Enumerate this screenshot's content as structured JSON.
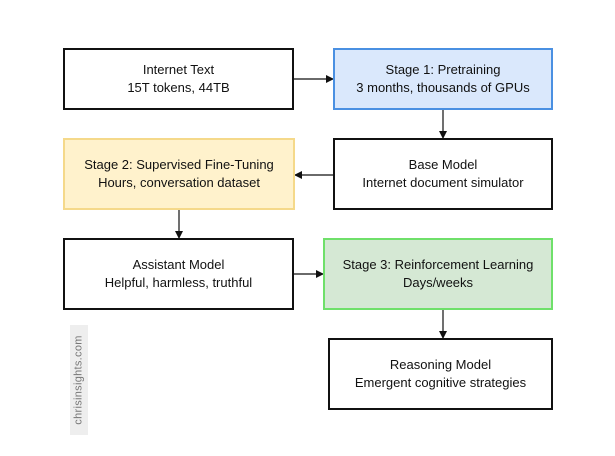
{
  "nodes": {
    "internet_text": {
      "title": "Internet Text",
      "subtitle": "15T tokens, 44TB"
    },
    "pretraining": {
      "title": "Stage 1: Pretraining",
      "subtitle": "3 months, thousands of GPUs"
    },
    "base_model": {
      "title": "Base Model",
      "subtitle": "Internet document simulator"
    },
    "sft": {
      "title": "Stage 2: Supervised Fine-Tuning",
      "subtitle": "Hours, conversation dataset"
    },
    "assistant_model": {
      "title": "Assistant Model",
      "subtitle": "Helpful, harmless, truthful"
    },
    "rl": {
      "title": "Stage 3: Reinforcement Learning",
      "subtitle": "Days/weeks"
    },
    "reasoning_model": {
      "title": "Reasoning Model",
      "subtitle": "Emergent cognitive strategies"
    }
  },
  "colors": {
    "stage1_fill": "#dae8fc",
    "stage1_border": "#4a90e2",
    "stage2_fill": "#fff2cc",
    "stage2_border": "#f5d98a",
    "stage3_fill": "#d5e8d4",
    "stage3_border": "#6fe06a",
    "default_border": "#111111"
  },
  "watermark": "chrisinsights.com"
}
